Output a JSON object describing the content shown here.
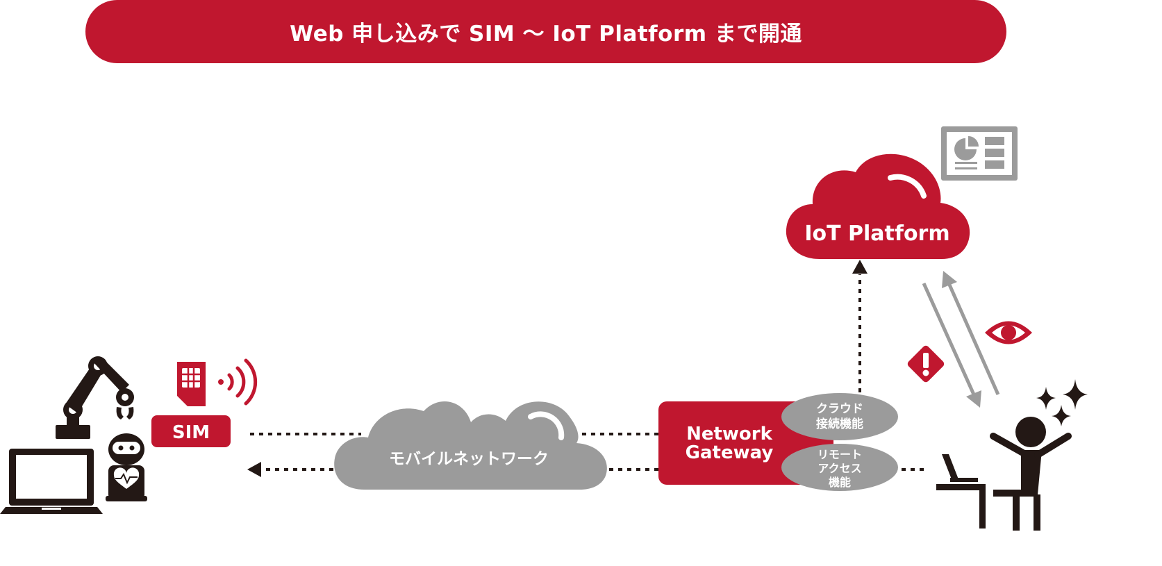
{
  "banner": {
    "title": "Web 申し込みで SIM ～ IoT Platform まで開通"
  },
  "labels": {
    "sim": "SIM",
    "mobile_network": "モバイルネットワーク",
    "gateway_line1": "Network",
    "gateway_line2": "Gateway",
    "cloud_connect_line1": "クラウド",
    "cloud_connect_line2": "接続機能",
    "remote_access_line1": "リモート",
    "remote_access_line2": "アクセス",
    "remote_access_line3": "機能",
    "iot_platform": "IoT Platform"
  },
  "colors": {
    "brand_red": "#c0172f",
    "gray": "#9b9b9b",
    "dark": "#231815",
    "white": "#ffffff"
  },
  "icons": [
    "robot-arm-icon",
    "laptop-icon",
    "robot-icon",
    "sim-card-icon",
    "wireless-signal-icon",
    "dashboard-icon",
    "alert-icon",
    "eye-icon",
    "sparkle-icon",
    "person-at-desk-icon"
  ]
}
